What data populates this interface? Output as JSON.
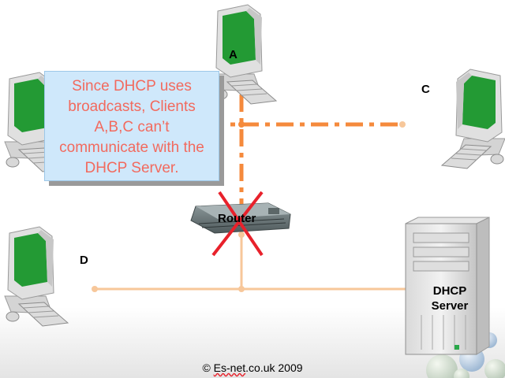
{
  "diagram": {
    "nodes": [
      {
        "id": "A",
        "label": "A"
      },
      {
        "id": "C",
        "label": "C"
      },
      {
        "id": "D",
        "label": "D"
      },
      {
        "id": "B",
        "label": ""
      }
    ],
    "router": {
      "label": "Router",
      "blocked_mark": "red-x"
    },
    "server": {
      "label": "DHCP\nServer"
    },
    "callout": {
      "text": "Since DHCP uses\nbroadcasts, Clients\nA,B,C can’t\ncommunicate with the\nDHCP Server."
    },
    "copyright": {
      "prefix": "© ",
      "brand": "Es-net",
      "suffix": ".co.uk 2009"
    },
    "colors": {
      "dashed_segment": "#f58a3c",
      "solid_segment": "#f7c79a",
      "cross": "#e8212b",
      "callout_text": "#f26a5e",
      "callout_bg": "#cfe8fb"
    },
    "icons": [
      "desktop-computer-icon",
      "router-icon",
      "tower-server-icon",
      "cross-icon"
    ]
  }
}
